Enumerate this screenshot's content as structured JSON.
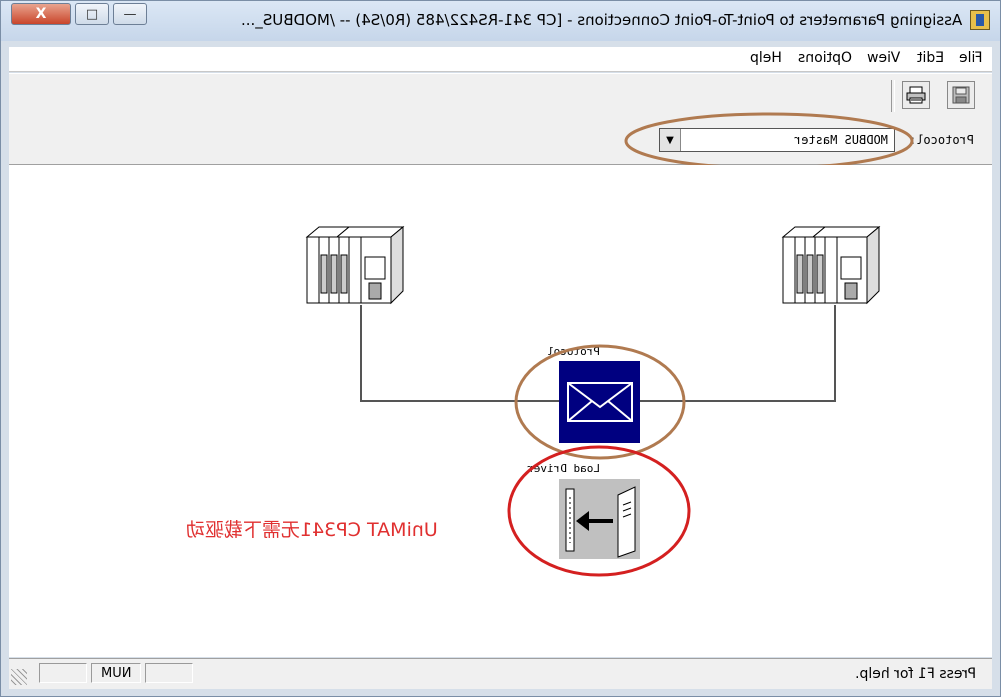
{
  "window": {
    "title": "Assigning Parameters to Point-To-Point Connections - [CP 341-RS422/485  (R0/S4)  -- /MODBUS_...",
    "controls": {
      "close": "X",
      "restore": "□",
      "minimize": "—"
    }
  },
  "menu": {
    "items": [
      {
        "label": "File"
      },
      {
        "label": "Edit"
      },
      {
        "label": "View"
      },
      {
        "label": "Options"
      },
      {
        "label": "Help"
      }
    ]
  },
  "toolbar": {
    "buttons": [
      {
        "icon": "save-icon"
      },
      {
        "icon": "print-icon"
      }
    ]
  },
  "protocol": {
    "label": "Protocol:",
    "selected": "MODBUS Master"
  },
  "diagram": {
    "protocol_label": "Protocol",
    "load_driver_label": "Load Driver",
    "envelope_color": "#000080",
    "driver_bg_color": "#c0c0c0",
    "highlight_brown": "#b07a50",
    "highlight_red": "#d42020"
  },
  "annotation": "UniMAT CP341无需下载驱动",
  "status": {
    "help_text": "Press F1 for help.",
    "num_indicator": "NUM"
  }
}
